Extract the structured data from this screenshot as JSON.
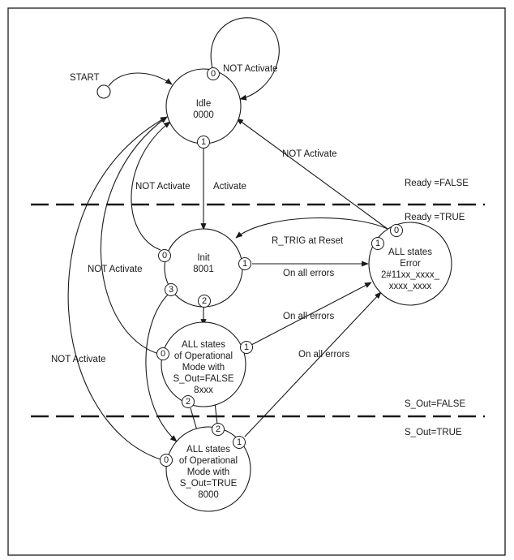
{
  "states": {
    "idle": [
      "Idle",
      "0000"
    ],
    "init": [
      "Init",
      "8001"
    ],
    "error": [
      "ALL states",
      "Error",
      "2#11xx_xxxx_",
      "xxxx_xxxx"
    ],
    "op_false": [
      "ALL states",
      "of Operational",
      "Mode with",
      "S_Out=FALSE",
      "8xxx"
    ],
    "op_true": [
      "ALL states",
      "of Operational",
      "Mode with",
      "S_Out=TRUE",
      "8000"
    ]
  },
  "labels": {
    "start": "START",
    "idle_self": "NOT Activate",
    "idle_to_init": "Activate",
    "init_to_idle": "NOT Activate",
    "error_to_idle": "NOT Activate",
    "opfalse_to_idle": "NOT Activate",
    "optrue_to_idle": "NOT Activate",
    "error_to_init": "R_TRIG at Reset",
    "init_to_error": "On all errors",
    "opfalse_to_error": "On all errors",
    "optrue_to_error": "On all errors"
  },
  "zones": {
    "ready_false": "Ready =FALSE",
    "ready_true": "Ready =TRUE",
    "sout_false": "S_Out=FALSE",
    "sout_true": "S_Out=TRUE"
  },
  "ports": {
    "idle_self": "0",
    "idle_out": "1",
    "init_back": "0",
    "init_error": "1",
    "init_op": "2",
    "init_optrue": "3",
    "opfalse_back": "0",
    "opfalse_error": "1",
    "opfalse_down": "2",
    "optrue_back": "0",
    "optrue_error": "1",
    "optrue_up": "2",
    "error_reset": "1",
    "error_back": "0"
  }
}
